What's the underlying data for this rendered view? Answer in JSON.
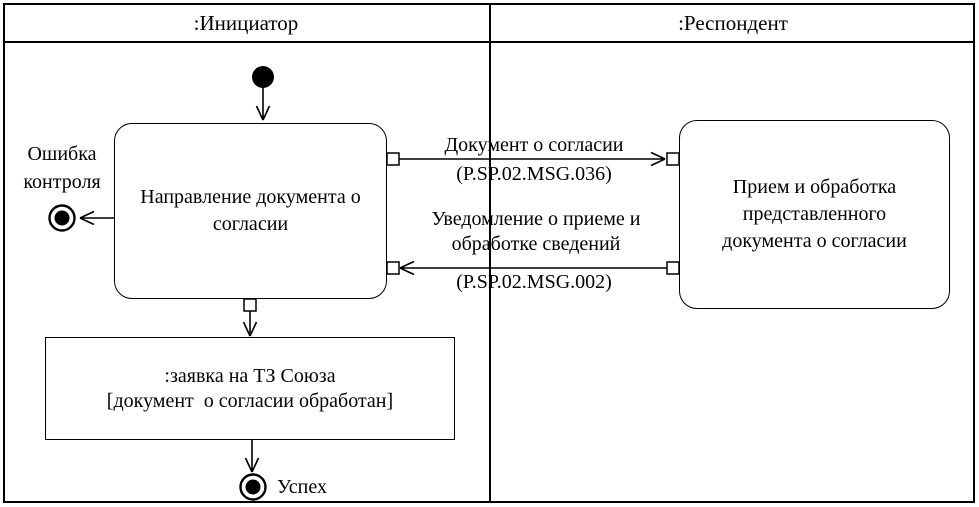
{
  "colors": {
    "ink": "#000000",
    "paper": "#ffffff"
  },
  "lanes": {
    "initiator": {
      "title": ":Инициатор"
    },
    "respondent": {
      "title": ":Респондент"
    }
  },
  "nodes": {
    "activity_send": {
      "label": "Направление документа о согласии"
    },
    "activity_receive": {
      "label": "Прием и обработка представленного документа о согласии"
    },
    "object_request": {
      "title": ":заявка на ТЗ Союза",
      "state": "[документ  о согласии обработан]"
    },
    "final_error": {
      "label": "Ошибка контроля"
    },
    "final_success": {
      "label": "Успех"
    }
  },
  "messages": {
    "document_consent": {
      "name": "Документ о согласии",
      "code": "(P.SP.02.MSG.036)",
      "direction": "left-to-right"
    },
    "receipt_notification": {
      "name": "Уведомление о приеме и обработке сведений",
      "code": "(P.SP.02.MSG.002)",
      "direction": "right-to-left"
    }
  }
}
